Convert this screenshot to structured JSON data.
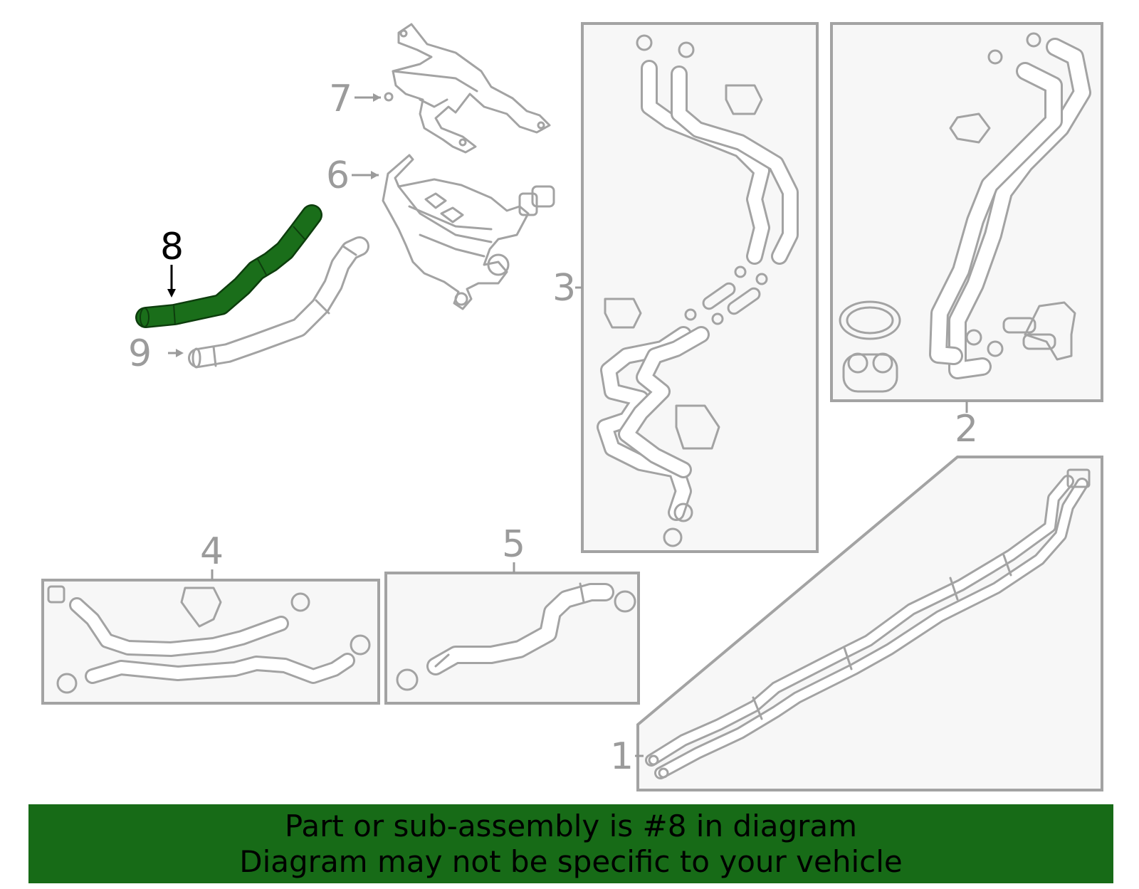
{
  "callouts": [
    {
      "id": "1",
      "label": "1",
      "active": false
    },
    {
      "id": "2",
      "label": "2",
      "active": false
    },
    {
      "id": "3",
      "label": "3",
      "active": false
    },
    {
      "id": "4",
      "label": "4",
      "active": false
    },
    {
      "id": "5",
      "label": "5",
      "active": false
    },
    {
      "id": "6",
      "label": "6",
      "active": false
    },
    {
      "id": "7",
      "label": "7",
      "active": false
    },
    {
      "id": "8",
      "label": "8",
      "active": true
    },
    {
      "id": "9",
      "label": "9",
      "active": false
    }
  ],
  "banner": {
    "line1": "Part or sub-assembly is #8 in diagram",
    "line2": "Diagram may not be specific to your vehicle"
  },
  "colors": {
    "highlight": "#1a6e1a",
    "highlight_outline": "#0d3d0d",
    "banner_bg": "#176b17",
    "line_art": "#a3a3a3",
    "box_fill": "#f7f7f7"
  }
}
